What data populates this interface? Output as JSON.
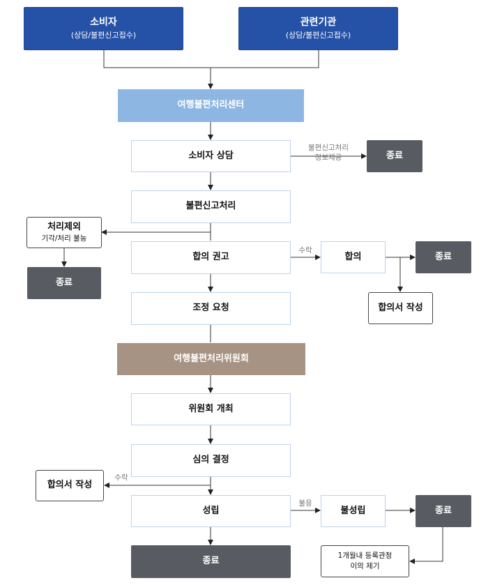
{
  "boxes": {
    "consumer": {
      "title": "소비자",
      "sub": "(상담/불편신고접수)"
    },
    "agency": {
      "title": "관련기관",
      "sub": "(상담/불편신고접수)"
    },
    "center": "여행불편처리센터",
    "consult": "소비자 상담",
    "end_info": "종료",
    "complaint": "불편신고처리",
    "excluded": {
      "title": "처리제외",
      "sub": "기각/처리 불능"
    },
    "end_excluded": "종료",
    "recommend": "합의 권고",
    "agreement": "합의",
    "end_agreement": "종료",
    "agreement_doc": "합의서 작성",
    "mediation": "조정 요청",
    "committee": "여행불편처리위원회",
    "meeting": "위원회 개최",
    "deliberation": "심의 결정",
    "agreement_doc2": "합의서 작성",
    "established": "성립",
    "end_final": "종료",
    "not_established": "불성립",
    "end_not_established": "종료",
    "note_lines": [
      "1개월내 등록관청",
      "이의 제기"
    ]
  },
  "labels": {
    "info_lines": [
      "불편신고처리",
      "정보제공"
    ],
    "accept1": "수락",
    "accept2": "수락",
    "reject": "불응"
  }
}
